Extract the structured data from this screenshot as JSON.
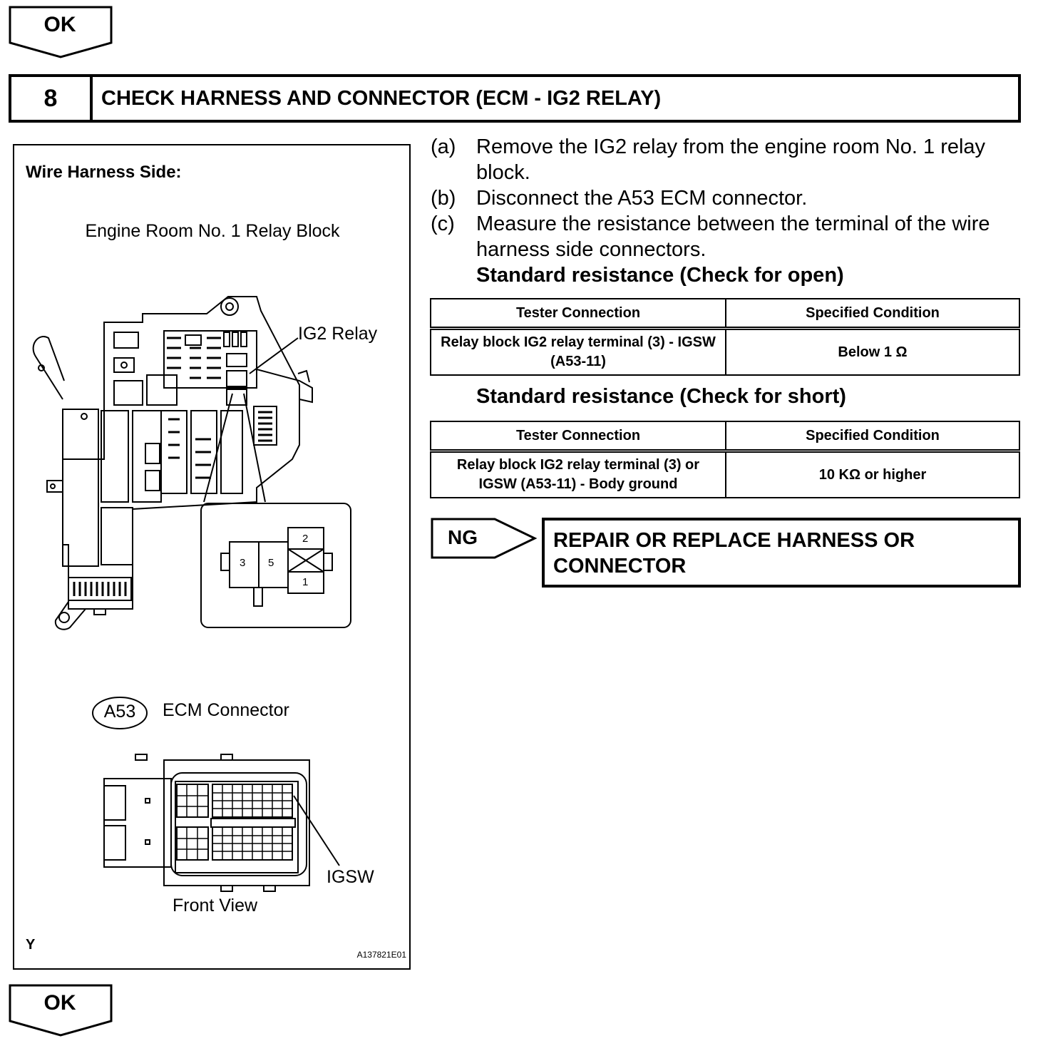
{
  "top_button": {
    "label": "OK"
  },
  "step": {
    "number": "8",
    "title": "CHECK HARNESS AND CONNECTOR (ECM - IG2 RELAY)"
  },
  "figure": {
    "heading": "Wire Harness Side:",
    "relay_block_title": "Engine Room No. 1 Relay Block",
    "relay_callout": "IG2 Relay",
    "relay_terminals": [
      "3",
      "5",
      "2",
      "1"
    ],
    "connector_badge": "A53",
    "connector_title": "ECM Connector",
    "connector_callout": "IGSW",
    "view_label": "Front View",
    "corner_letter": "Y",
    "figure_id": "A137821E01"
  },
  "instructions": [
    {
      "label": "(a)",
      "text": "Remove the IG2 relay from the engine room No. 1 relay block."
    },
    {
      "label": "(b)",
      "text": "Disconnect the A53 ECM connector."
    },
    {
      "label": "(c)",
      "text": "Measure the resistance between the terminal of the wire harness side connectors."
    }
  ],
  "open_check": {
    "title": "Standard resistance (Check for open)",
    "headers": [
      "Tester Connection",
      "Specified Condition"
    ],
    "rows": [
      {
        "connection": "Relay block IG2 relay terminal (3) - IGSW (A53-11)",
        "condition": "Below 1 Ω"
      }
    ]
  },
  "short_check": {
    "title": "Standard resistance (Check for short)",
    "headers": [
      "Tester Connection",
      "Specified Condition"
    ],
    "rows": [
      {
        "connection": "Relay block IG2 relay terminal (3) or IGSW (A53-11) - Body ground",
        "condition": "10 KΩ or higher"
      }
    ]
  },
  "ng_branch": {
    "label": "NG",
    "result": "REPAIR OR REPLACE HARNESS OR CONNECTOR"
  },
  "bottom_button": {
    "label": "OK"
  }
}
